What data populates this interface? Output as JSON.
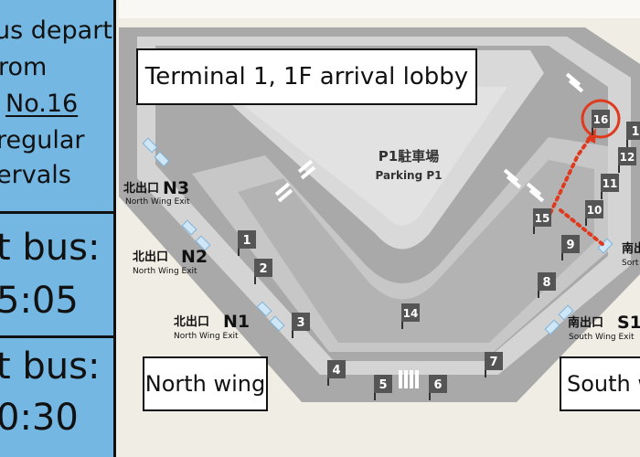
{
  "title": "Terminal 1, 1F arrival lobby",
  "sidebar": {
    "info_lines": [
      "us departs",
      "rom",
      "No.16",
      "regular",
      "ervals"
    ],
    "first_bus_label": "t bus:",
    "first_bus_time": "5:05",
    "last_bus_label": "t bus:",
    "last_bus_time": "0:30"
  },
  "parking": {
    "jp": "P1駐車場",
    "en": "Parking P1"
  },
  "exits": [
    {
      "jp": "北出口",
      "code": "N3",
      "en": "North Wing Exit"
    },
    {
      "jp": "北出口",
      "code": "N2",
      "en": "North Wing Exit"
    },
    {
      "jp": "北出口",
      "code": "N1",
      "en": "North Wing Exit"
    },
    {
      "jp": "南出口",
      "code": "S1",
      "en": "South Wing Exit"
    },
    {
      "jp": "南出",
      "code": "",
      "en": "Sort"
    }
  ],
  "wings": {
    "north": "North wing",
    "south": "South w"
  },
  "stops": [
    "1",
    "2",
    "3",
    "4",
    "5",
    "6",
    "7",
    "8",
    "9",
    "10",
    "11",
    "12",
    "1",
    "14",
    "15",
    "16"
  ],
  "highlighted_stop": "16",
  "colors": {
    "sidebar": "#74b7e3",
    "road": "#a9a9a9",
    "lane": "#d3d3d3",
    "ground": "#f0ede4",
    "route": "#e03a1e",
    "stop_badge": "#555555"
  }
}
